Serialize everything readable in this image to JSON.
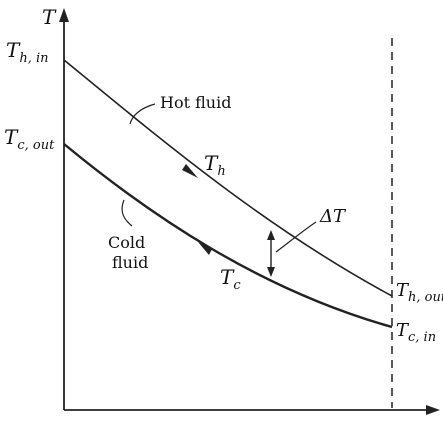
{
  "axes": {
    "y_label": "T"
  },
  "curves": {
    "hot_label": "Hot fluid",
    "hot_symbol": {
      "main": "T",
      "sub": "h"
    },
    "cold_label_line1": "Cold",
    "cold_label_line2": "fluid",
    "cold_symbol": {
      "main": "T",
      "sub": "c"
    },
    "delta_label": "ΔT"
  },
  "endpoints": {
    "th_in": {
      "main": "T",
      "sub": "h, in"
    },
    "tc_out": {
      "main": "T",
      "sub": "c, out"
    },
    "th_out": {
      "main": "T",
      "sub": "h, out"
    },
    "tc_in": {
      "main": "T",
      "sub": "c, in"
    }
  },
  "colors": {
    "line": "#222222",
    "text": "#111111"
  }
}
